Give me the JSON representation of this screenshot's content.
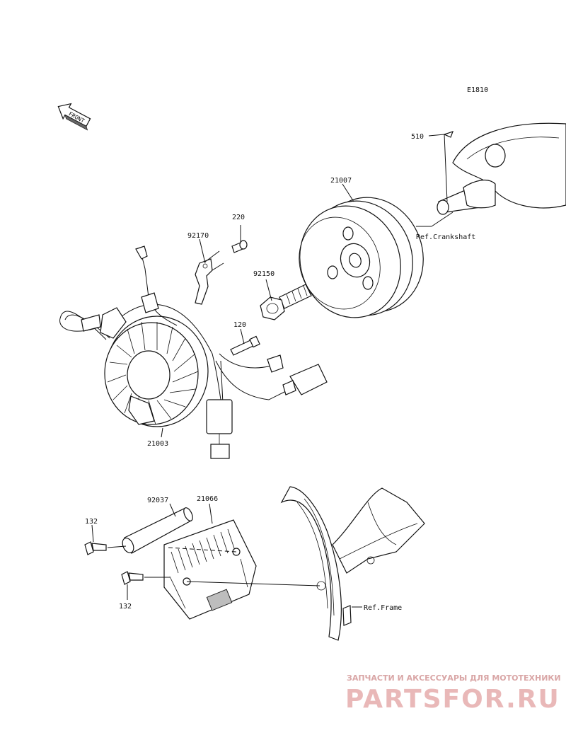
{
  "diagram": {
    "code": "E1810",
    "front_label": "FRONT",
    "parts": {
      "p510": "510",
      "p21007": "21007",
      "p_ref_crank": "Ref.Crankshaft",
      "p220": "220",
      "p92170": "92170",
      "p92150": "92150",
      "p120": "120",
      "p21003": "21003",
      "p92037": "92037",
      "p21066": "21066",
      "p132a": "132",
      "p132b": "132",
      "p_ref_frame": "Ref.Frame"
    }
  },
  "watermark": {
    "tagline": "ЗАПЧАСТИ И АКСЕССУАРЫ ДЛЯ МОТОТЕХНИКИ",
    "brand": "PARTSFOR.RU"
  }
}
